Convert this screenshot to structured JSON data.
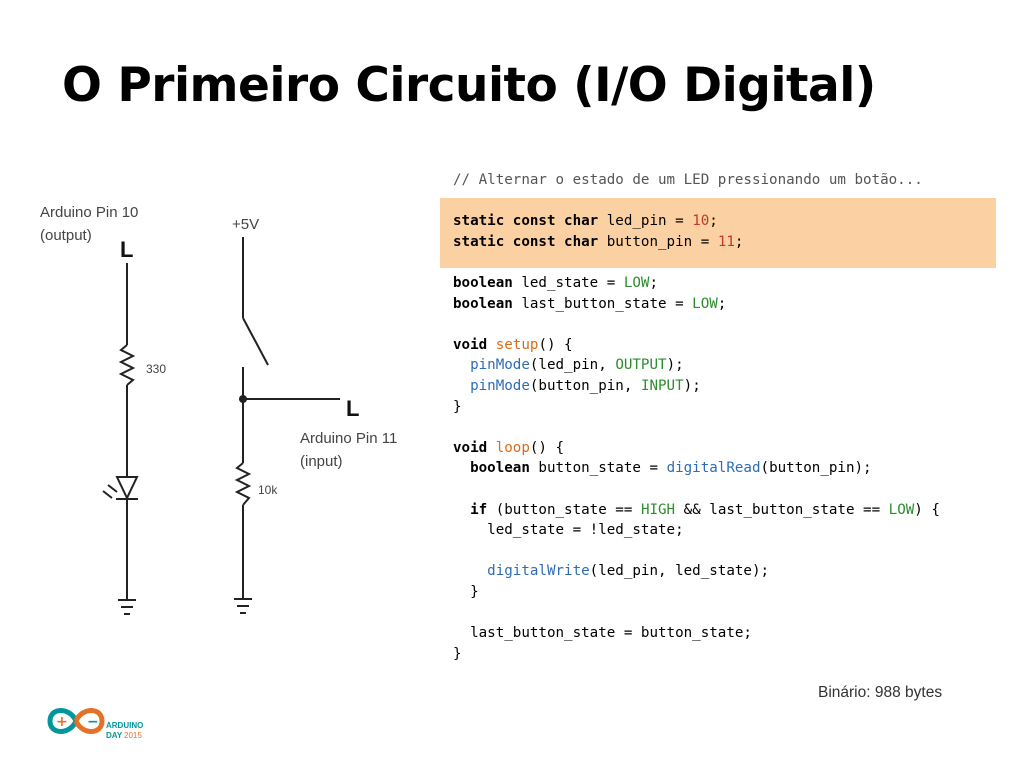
{
  "slide": {
    "title": "O Primeiro Circuito (I/O Digital)",
    "binary_size": "Binário: 988 bytes"
  },
  "circuit": {
    "led_pin_label_line1": "Arduino Pin 10",
    "led_pin_label_line2": "(output)",
    "led_level": "L",
    "resistor_led": "330",
    "vcc": "+5V",
    "button_level": "L",
    "button_pin_label_line1": "Arduino Pin 11",
    "button_pin_label_line2": "(input)",
    "resistor_pulldown": "10k"
  },
  "code": {
    "l1": "// Alternar o estado de um LED pressionando um botão...",
    "l3_kw": "static const char",
    "l3_rest": " led_pin = ",
    "l3_num": "10",
    "l3_end": ";",
    "l4_kw": "static const char",
    "l4_rest": " button_pin = ",
    "l4_num": "11",
    "l4_end": ";",
    "l6_kw": "boolean",
    "l6_rest": " led_state = ",
    "l6_const": "LOW",
    "l6_end": ";",
    "l7_kw": "boolean",
    "l7_rest": " last_button_state = ",
    "l7_const": "LOW",
    "l7_end": ";",
    "l9_kw": "void",
    "l9_fn": "setup",
    "l9_end": "() {",
    "l10_indent": "  ",
    "l10_fn": "pinMode",
    "l10_rest": "(led_pin, ",
    "l10_const": "OUTPUT",
    "l10_end": ");",
    "l11_indent": "  ",
    "l11_fn": "pinMode",
    "l11_rest": "(button_pin, ",
    "l11_const": "INPUT",
    "l11_end": ");",
    "l12": "}",
    "l14_kw": "void",
    "l14_fn": "loop",
    "l14_end": "() {",
    "l15_indent": "  ",
    "l15_kw": "boolean",
    "l15_rest": " button_state = ",
    "l15_fn": "digitalRead",
    "l15_end": "(button_pin);",
    "l17_indent": "  ",
    "l17_kw": "if",
    "l17_rest": " (button_state == ",
    "l17_const1": "HIGH",
    "l17_mid": " && last_button_state == ",
    "l17_const2": "LOW",
    "l17_end": ") {",
    "l18": "    led_state = !led_state;",
    "l20_indent": "    ",
    "l20_fn": "digitalWrite",
    "l20_end": "(led_pin, led_state);",
    "l21": "  }",
    "l23": "  last_button_state = button_state;",
    "l24": "}"
  },
  "logo": {
    "line1": "ARDUINO",
    "line2": "DAY",
    "year": "2015"
  },
  "colors": {
    "highlight": "#fbd1a3",
    "keyword_fn": "#d96b1a",
    "std_fn": "#2f6cb5",
    "constant": "#2e8b2e",
    "number": "#c0392b",
    "logo_teal": "#00979c",
    "logo_orange": "#e47128"
  }
}
